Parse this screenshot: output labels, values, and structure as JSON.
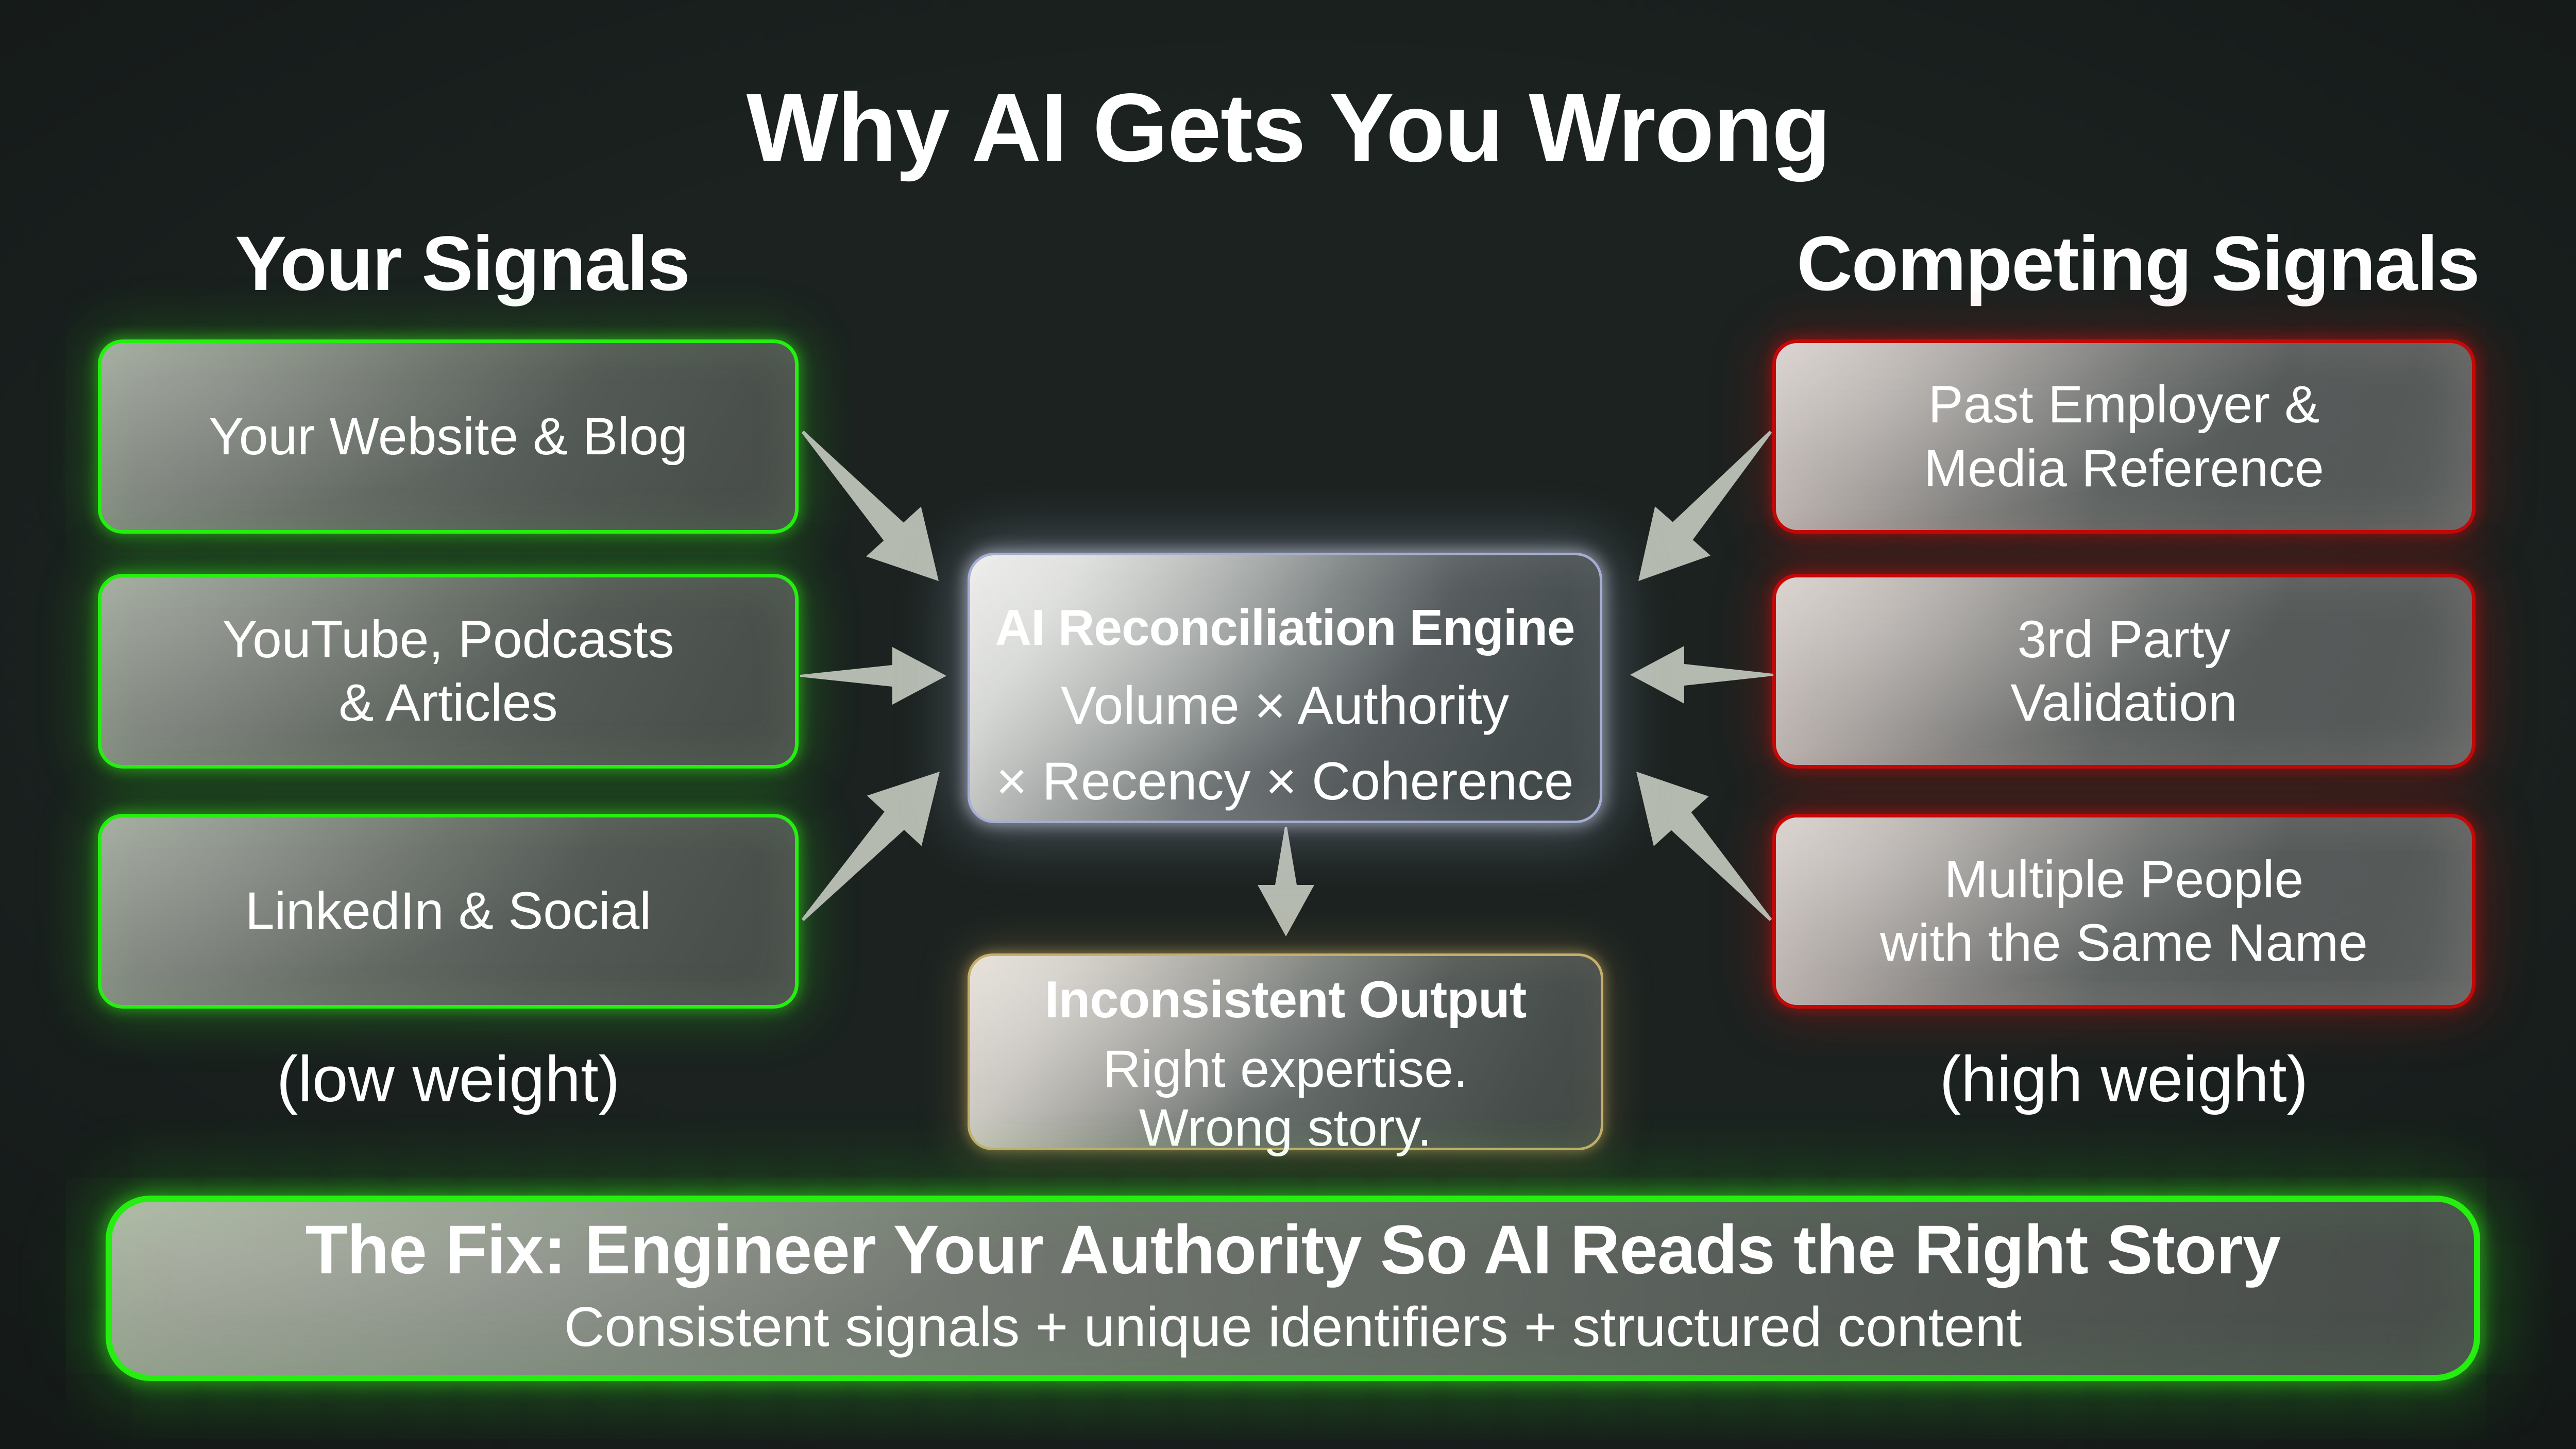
{
  "title": "Why AI Gets You Wrong",
  "columns": {
    "left": {
      "heading": "Your Signals",
      "items": [
        "Your Website & Blog",
        "YouTube, Podcasts\n& Articles",
        "LinkedIn & Social"
      ],
      "weight_note": "(low weight)"
    },
    "right": {
      "heading": "Competing Signals",
      "items": [
        "Past Employer &\nMedia Reference",
        "3rd Party\nValidation",
        "Multiple People\nwith the Same Name"
      ],
      "weight_note": "(high weight)"
    }
  },
  "engine": {
    "title": "AI Reconciliation Engine",
    "formula": "Volume × Authority\n× Recency × Coherence"
  },
  "output": {
    "title": "Inconsistent Output",
    "lines": "Right expertise.\nWrong story."
  },
  "fix": {
    "title": "The Fix: Engineer Your Authority So AI Reads the Right Story",
    "subtitle": "Consistent signals + unique identifiers + structured content"
  },
  "colors": {
    "background": "#1b2220",
    "your_signals_border": "#25ee10",
    "competing_signals_border": "#c40808",
    "engine_border": "#a7aed3",
    "output_border": "#c7ae6b",
    "fix_border": "#25ee10",
    "arrow": "#b5bab0",
    "text": "#ffffff"
  }
}
